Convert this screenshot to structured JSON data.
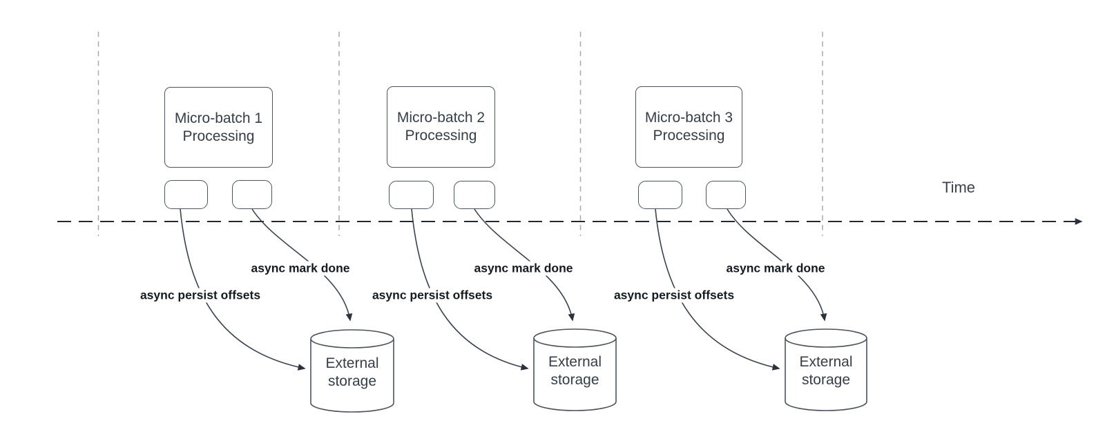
{
  "time_axis": {
    "label": "Time"
  },
  "colors": {
    "shape_stroke": "#4a525c",
    "shape_text": "#353d47",
    "edge_label_text": "#161b21",
    "axis_line": "#23262b",
    "guide_line": "#a8a8a8",
    "arrowhead_fill": "#2c323b",
    "background": "#ffffff"
  },
  "groups": [
    {
      "box_label": "Micro-batch 1\nProcessing",
      "persist_label": "async persist offsets",
      "done_label": "async mark done",
      "storage_label": "External\nstorage"
    },
    {
      "box_label": "Micro-batch 2\nProcessing",
      "persist_label": "async persist offsets",
      "done_label": "async mark done",
      "storage_label": "External\nstorage"
    },
    {
      "box_label": "Micro-batch 3\nProcessing",
      "persist_label": "async persist offsets",
      "done_label": "async mark done",
      "storage_label": "External\nstorage"
    }
  ]
}
